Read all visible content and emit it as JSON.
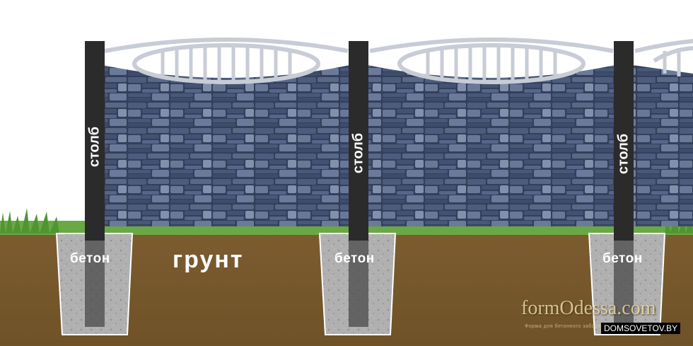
{
  "labels": {
    "concrete": "бетон",
    "post": "столб",
    "soil": "грунт"
  },
  "watermark": {
    "brand": "formOdessa.com",
    "tagline": "Форма для бетонного забора",
    "site": "DOMSOVETOV.BY"
  },
  "colors": {
    "soil": "#7a5a2e",
    "grass": "#5ea83a",
    "post": "#2c2c2c",
    "stone": "#3c4a66",
    "concrete": "#b4b4b4"
  }
}
